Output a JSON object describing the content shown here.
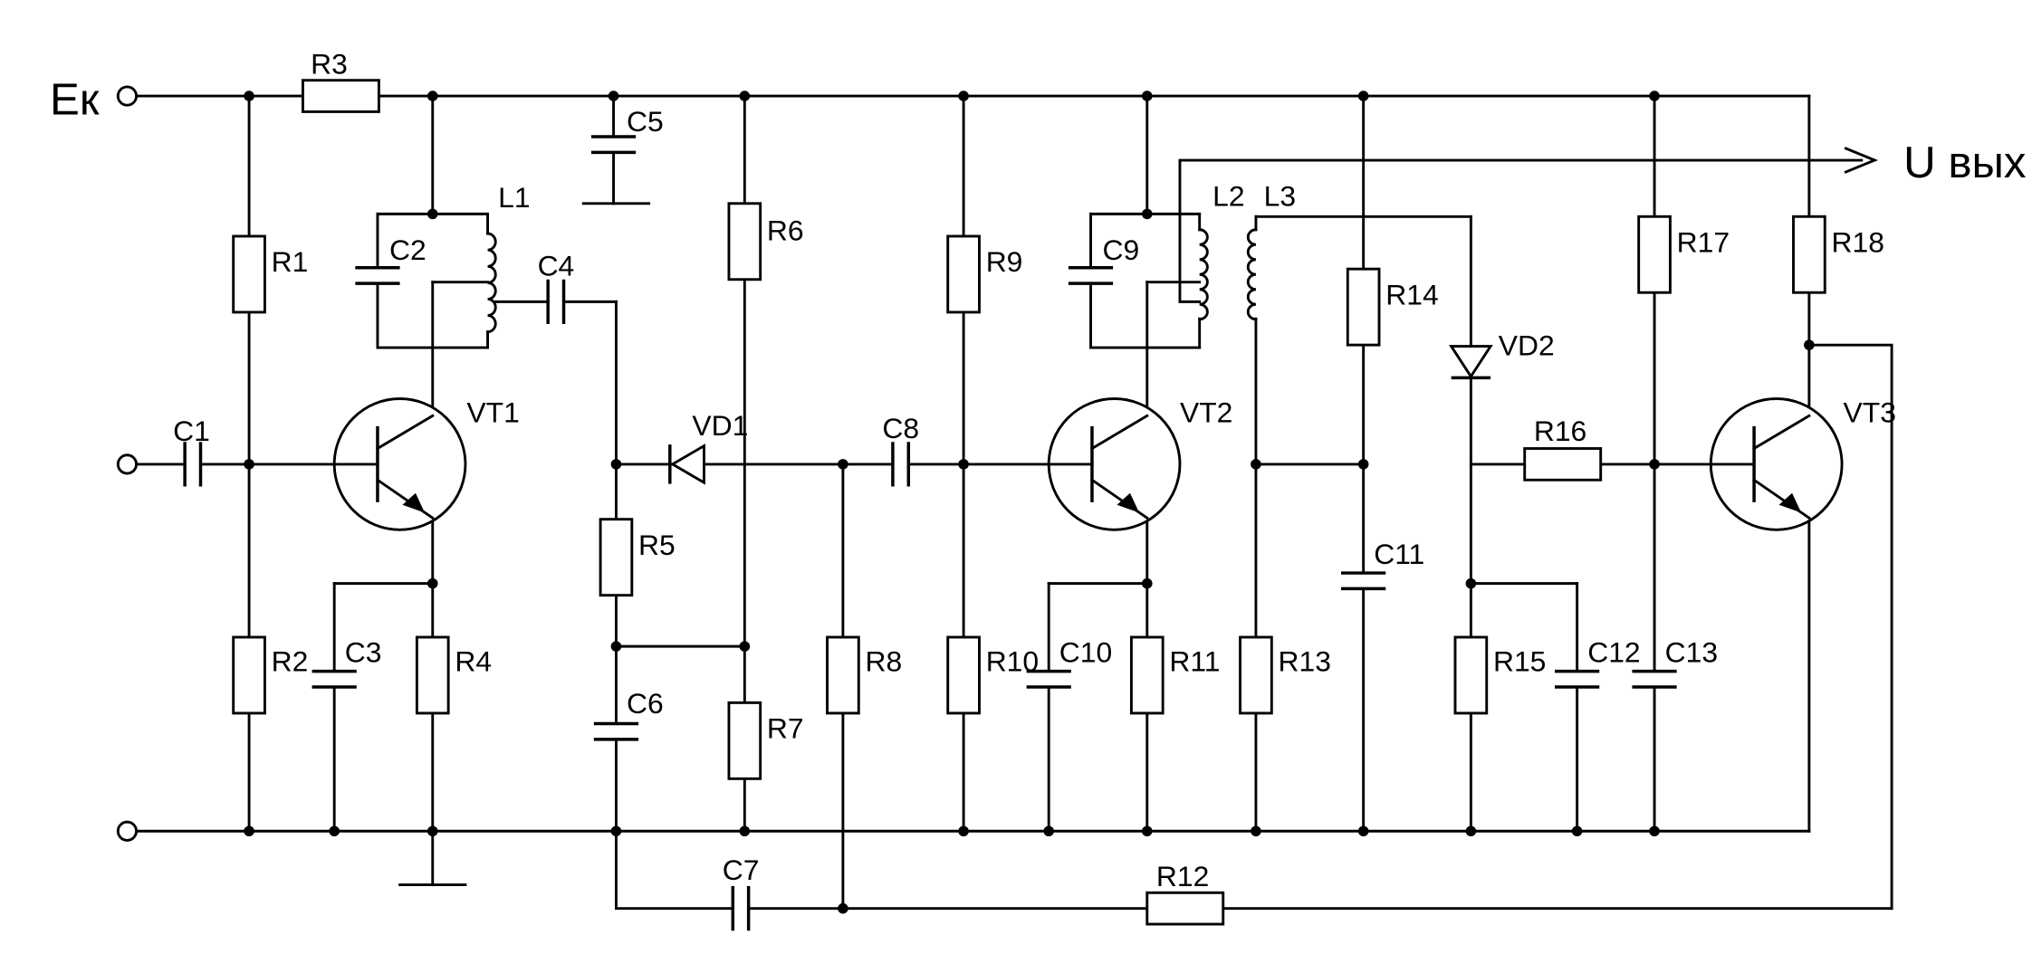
{
  "labels": {
    "supply": "Eк",
    "output": "U вых",
    "r1": "R1",
    "r2": "R2",
    "r3": "R3",
    "r4": "R4",
    "r5": "R5",
    "r6": "R6",
    "r7": "R7",
    "r8": "R8",
    "r9": "R9",
    "r10": "R10",
    "r11": "R11",
    "r12": "R12",
    "r13": "R13",
    "r14": "R14",
    "r15": "R15",
    "r16": "R16",
    "r17": "R17",
    "r18": "R18",
    "c1": "C1",
    "c2": "C2",
    "c3": "C3",
    "c4": "C4",
    "c5": "C5",
    "c6": "C6",
    "c7": "C7",
    "c8": "C8",
    "c9": "C9",
    "c10": "C10",
    "c11": "C11",
    "c12": "C12",
    "c13": "C13",
    "l1": "L1",
    "l2": "L2",
    "l3": "L3",
    "vd1": "VD1",
    "vd2": "VD2",
    "vt1": "VT1",
    "vt2": "VT2",
    "vt3": "VT3"
  }
}
